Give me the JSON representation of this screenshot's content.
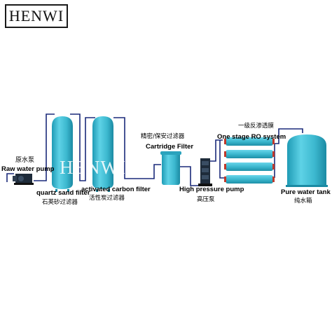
{
  "logo": "HENWI",
  "watermark": "HENWI",
  "labels": {
    "raw_pump_cn": "原水泵",
    "raw_pump_en": "Raw water pump",
    "quartz_en": "quartz sand filter",
    "quartz_cn": "石英砂过滤器",
    "carbon_en": "activated carbon filter",
    "carbon_cn": "活性炭过滤器",
    "cartridge_cn": "精密/保安过滤器",
    "cartridge_en": "Cartridge Filter",
    "hp_pump_en": "High pressure pump",
    "hp_pump_cn": "高压泵",
    "ro_cn": "一级反渗透膜",
    "ro_en": "One stage RO system",
    "tank_en": "Pure water tank",
    "tank_cn": "纯水箱"
  },
  "colors": {
    "vessel": "#3cb8cf",
    "pipe": "#1a2a7a",
    "pump": "#1e2b3a"
  }
}
